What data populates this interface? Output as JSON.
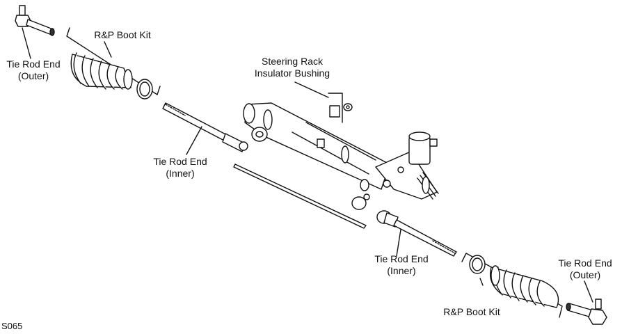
{
  "labels": {
    "tie_rod_outer_left": [
      "Tie Rod End",
      "(Outer)"
    ],
    "boot_kit_top": "R&P Boot Kit",
    "insulator_bushing": [
      "Steering Rack",
      "Insulator Bushing"
    ],
    "tie_rod_inner_left": [
      "Tie Rod End",
      "(Inner)"
    ],
    "tie_rod_inner_right": [
      "Tie Rod End",
      "(Inner)"
    ],
    "boot_kit_bottom": "R&P Boot Kit",
    "tie_rod_outer_right": [
      "Tie Rod End",
      "(Outer)"
    ],
    "diagram_code": "S065"
  }
}
